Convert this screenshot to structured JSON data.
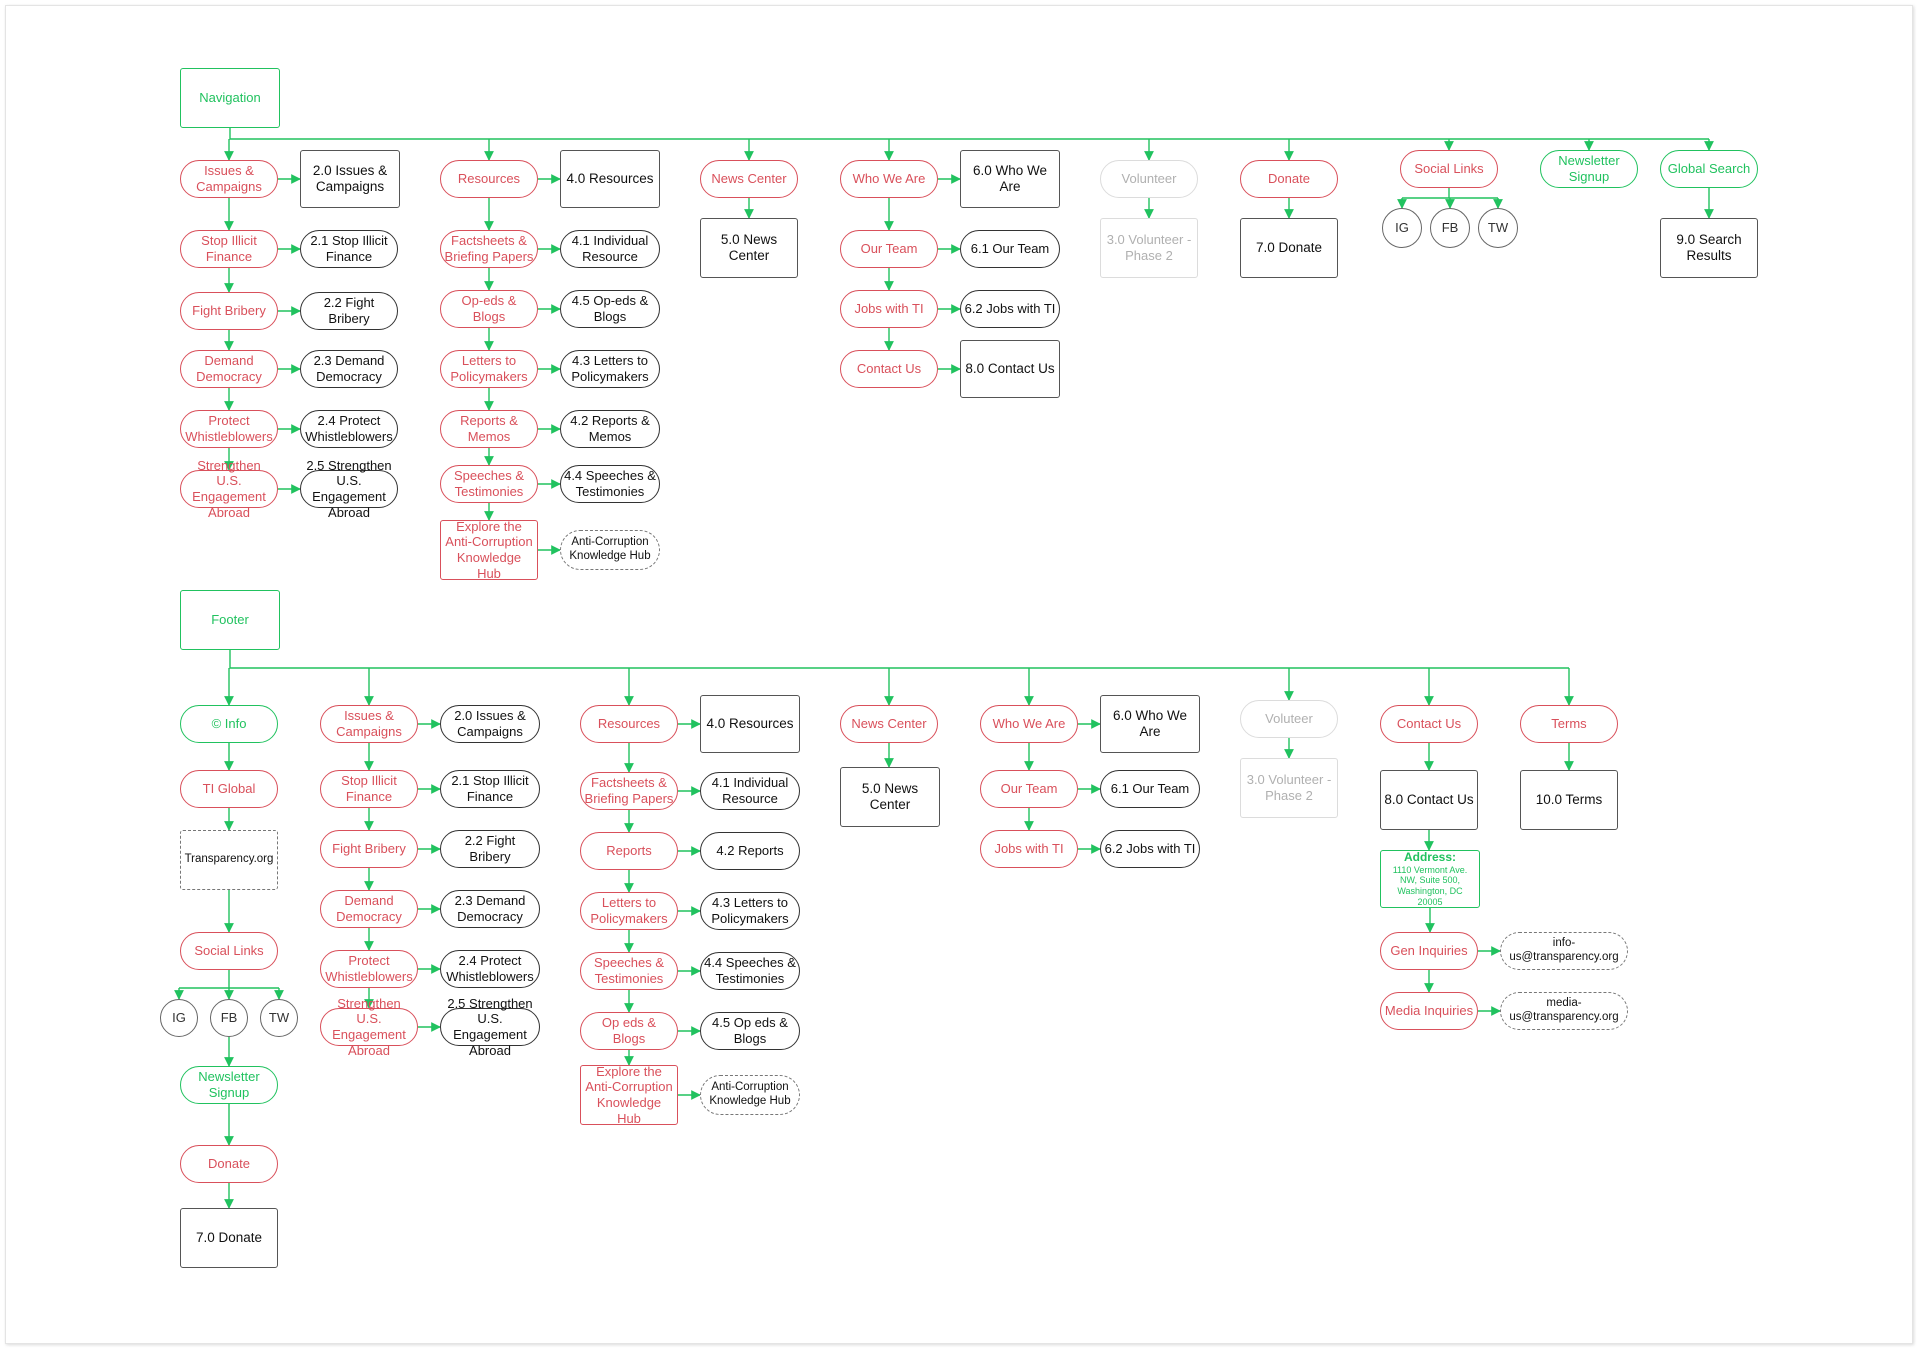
{
  "colors": {
    "green": "#21c25f",
    "red": "#d9505b",
    "grey": "#b0b0b0",
    "black": "#111111"
  },
  "nodes": [
    {
      "id": "nav",
      "text": "Navigation"
    },
    {
      "id": "nav_issues",
      "text": "Issues &\nCampaigns"
    },
    {
      "id": "nav_p20",
      "text": "2.0 Issues &\nCampaigns"
    },
    {
      "id": "nav_stop",
      "text": "Stop Illicit\nFinance"
    },
    {
      "id": "nav_p21",
      "text": "2.1 Stop Illicit\nFinance"
    },
    {
      "id": "nav_fight",
      "text": "Fight Bribery"
    },
    {
      "id": "nav_p22",
      "text": "2.2 Fight Bribery"
    },
    {
      "id": "nav_demand",
      "text": "Demand\nDemocracy"
    },
    {
      "id": "nav_p23",
      "text": "2.3 Demand\nDemocracy"
    },
    {
      "id": "nav_protect",
      "text": "Protect\nWhistleblowers"
    },
    {
      "id": "nav_p24",
      "text": "2.4 Protect\nWhistleblowers"
    },
    {
      "id": "nav_strength",
      "text": "Strengthen\nU.S. Engagement\nAbroad"
    },
    {
      "id": "nav_p25",
      "text": "2.5 Strengthen\nU.S. Engagement\nAbroad"
    },
    {
      "id": "nav_res",
      "text": "Resources"
    },
    {
      "id": "nav_p40",
      "text": "4.0 Resources"
    },
    {
      "id": "nav_fact",
      "text": "Factsheets &\nBriefing Papers"
    },
    {
      "id": "nav_p41",
      "text": "4.1 Individual\nResource"
    },
    {
      "id": "nav_oped",
      "text": "Op-eds & Blogs"
    },
    {
      "id": "nav_p45",
      "text": "4.5 Op-eds &\nBlogs"
    },
    {
      "id": "nav_letters",
      "text": "Letters to\nPolicymakers"
    },
    {
      "id": "nav_p43",
      "text": "4.3 Letters to\nPolicymakers"
    },
    {
      "id": "nav_reports",
      "text": "Reports &\nMemos"
    },
    {
      "id": "nav_p42",
      "text": "4.2 Reports &\nMemos"
    },
    {
      "id": "nav_speech",
      "text": "Speeches &\nTestimonies"
    },
    {
      "id": "nav_p44",
      "text": "4.4 Speeches &\nTestimonies"
    },
    {
      "id": "nav_explore",
      "text": "Explore the\nAnti-Corruption\nKnowledge Hub"
    },
    {
      "id": "nav_hub",
      "text": "Anti-Corruption\nKnowledge Hub"
    },
    {
      "id": "nav_news",
      "text": "News Center"
    },
    {
      "id": "nav_p50",
      "text": "5.0 News Center"
    },
    {
      "id": "nav_who",
      "text": "Who We Are"
    },
    {
      "id": "nav_p60",
      "text": "6.0 Who We Are"
    },
    {
      "id": "nav_team",
      "text": "Our Team"
    },
    {
      "id": "nav_p61",
      "text": "6.1 Our Team"
    },
    {
      "id": "nav_jobs",
      "text": "Jobs with TI"
    },
    {
      "id": "nav_p62",
      "text": "6.2 Jobs with TI"
    },
    {
      "id": "nav_contact",
      "text": "Contact Us"
    },
    {
      "id": "nav_p80",
      "text": "8.0 Contact Us"
    },
    {
      "id": "nav_vol",
      "text": "Volunteer"
    },
    {
      "id": "nav_p30",
      "text": "3.0 Volunteer -\nPhase 2"
    },
    {
      "id": "nav_donate",
      "text": "Donate"
    },
    {
      "id": "nav_p70",
      "text": "7.0 Donate"
    },
    {
      "id": "nav_social",
      "text": "Social Links"
    },
    {
      "id": "nav_ig",
      "text": "IG"
    },
    {
      "id": "nav_fb",
      "text": "FB"
    },
    {
      "id": "nav_tw",
      "text": "TW"
    },
    {
      "id": "nav_newsletter",
      "text": "Newsletter\nSignup"
    },
    {
      "id": "nav_search",
      "text": "Global Search"
    },
    {
      "id": "nav_p90",
      "text": "9.0 Search\nResults"
    },
    {
      "id": "foot",
      "text": "Footer"
    },
    {
      "id": "f_info",
      "text": "© Info"
    },
    {
      "id": "f_tiglobal",
      "text": "TI Global"
    },
    {
      "id": "f_transp",
      "text": "Transparency.org"
    },
    {
      "id": "f_social",
      "text": "Social Links"
    },
    {
      "id": "f_ig",
      "text": "IG"
    },
    {
      "id": "f_fb",
      "text": "FB"
    },
    {
      "id": "f_tw",
      "text": "TW"
    },
    {
      "id": "f_newsletter",
      "text": "Newsletter\nSignup"
    },
    {
      "id": "f_donate",
      "text": "Donate"
    },
    {
      "id": "f_p70",
      "text": "7.0 Donate"
    },
    {
      "id": "f_issues",
      "text": "Issues &\nCampaigns"
    },
    {
      "id": "f_p20",
      "text": "2.0 Issues &\nCampaigns"
    },
    {
      "id": "f_stop",
      "text": "Stop Illicit\nFinance"
    },
    {
      "id": "f_p21",
      "text": "2.1 Stop Illicit\nFinance"
    },
    {
      "id": "f_fight",
      "text": "Fight Bribery"
    },
    {
      "id": "f_p22",
      "text": "2.2 Fight Bribery"
    },
    {
      "id": "f_demand",
      "text": "Demand\nDemocracy"
    },
    {
      "id": "f_p23",
      "text": "2.3 Demand\nDemocracy"
    },
    {
      "id": "f_protect",
      "text": "Protect\nWhistleblowers"
    },
    {
      "id": "f_p24",
      "text": "2.4 Protect\nWhistleblowers"
    },
    {
      "id": "f_strength",
      "text": "Strengthen\nU.S. Engagement\nAbroad"
    },
    {
      "id": "f_p25",
      "text": "2.5 Strengthen\nU.S. Engagement\nAbroad"
    },
    {
      "id": "f_res",
      "text": "Resources"
    },
    {
      "id": "f_p40",
      "text": "4.0 Resources"
    },
    {
      "id": "f_fact",
      "text": "Factsheets &\nBriefing Papers"
    },
    {
      "id": "f_p41",
      "text": "4.1 Individual\nResource"
    },
    {
      "id": "f_reports",
      "text": "Reports"
    },
    {
      "id": "f_p42",
      "text": "4.2 Reports"
    },
    {
      "id": "f_letters",
      "text": "Letters to\nPolicymakers"
    },
    {
      "id": "f_p43",
      "text": "4.3 Letters to\nPolicymakers"
    },
    {
      "id": "f_speech",
      "text": "Speeches &\nTestimonies"
    },
    {
      "id": "f_p44",
      "text": "4.4 Speeches &\nTestimonies"
    },
    {
      "id": "f_oped",
      "text": "Op eds & Blogs"
    },
    {
      "id": "f_p45",
      "text": "4.5 Op eds &\nBlogs"
    },
    {
      "id": "f_explore",
      "text": "Explore the\nAnti-Corruption\nKnowledge Hub"
    },
    {
      "id": "f_hub",
      "text": "Anti-Corruption\nKnowledge Hub"
    },
    {
      "id": "f_news",
      "text": "News Center"
    },
    {
      "id": "f_p50",
      "text": "5.0 News Center"
    },
    {
      "id": "f_who",
      "text": "Who We Are"
    },
    {
      "id": "f_p60",
      "text": "6.0 Who We Are"
    },
    {
      "id": "f_team",
      "text": "Our Team"
    },
    {
      "id": "f_p61",
      "text": "6.1 Our Team"
    },
    {
      "id": "f_jobs",
      "text": "Jobs with TI"
    },
    {
      "id": "f_p62",
      "text": "6.2 Jobs with TI"
    },
    {
      "id": "f_vol",
      "text": "Voluteer"
    },
    {
      "id": "f_p30",
      "text": "3.0 Volunteer -\nPhase 2"
    },
    {
      "id": "f_contact",
      "text": "Contact Us"
    },
    {
      "id": "f_p80",
      "text": "8.0 Contact Us"
    },
    {
      "id": "f_addr",
      "title": "Address:",
      "text": "1110 Vermont Ave.\nNW, Suite 500,\nWashington, DC 20005"
    },
    {
      "id": "f_gen",
      "text": "Gen Inquiries"
    },
    {
      "id": "f_genmail",
      "text": "info-\nus@transparency.org"
    },
    {
      "id": "f_media",
      "text": "Media Inquiries"
    },
    {
      "id": "f_mediamail",
      "text": "media-\nus@transparency.org"
    },
    {
      "id": "f_terms",
      "text": "Terms"
    },
    {
      "id": "f_p100",
      "text": "10.0 Terms"
    }
  ]
}
